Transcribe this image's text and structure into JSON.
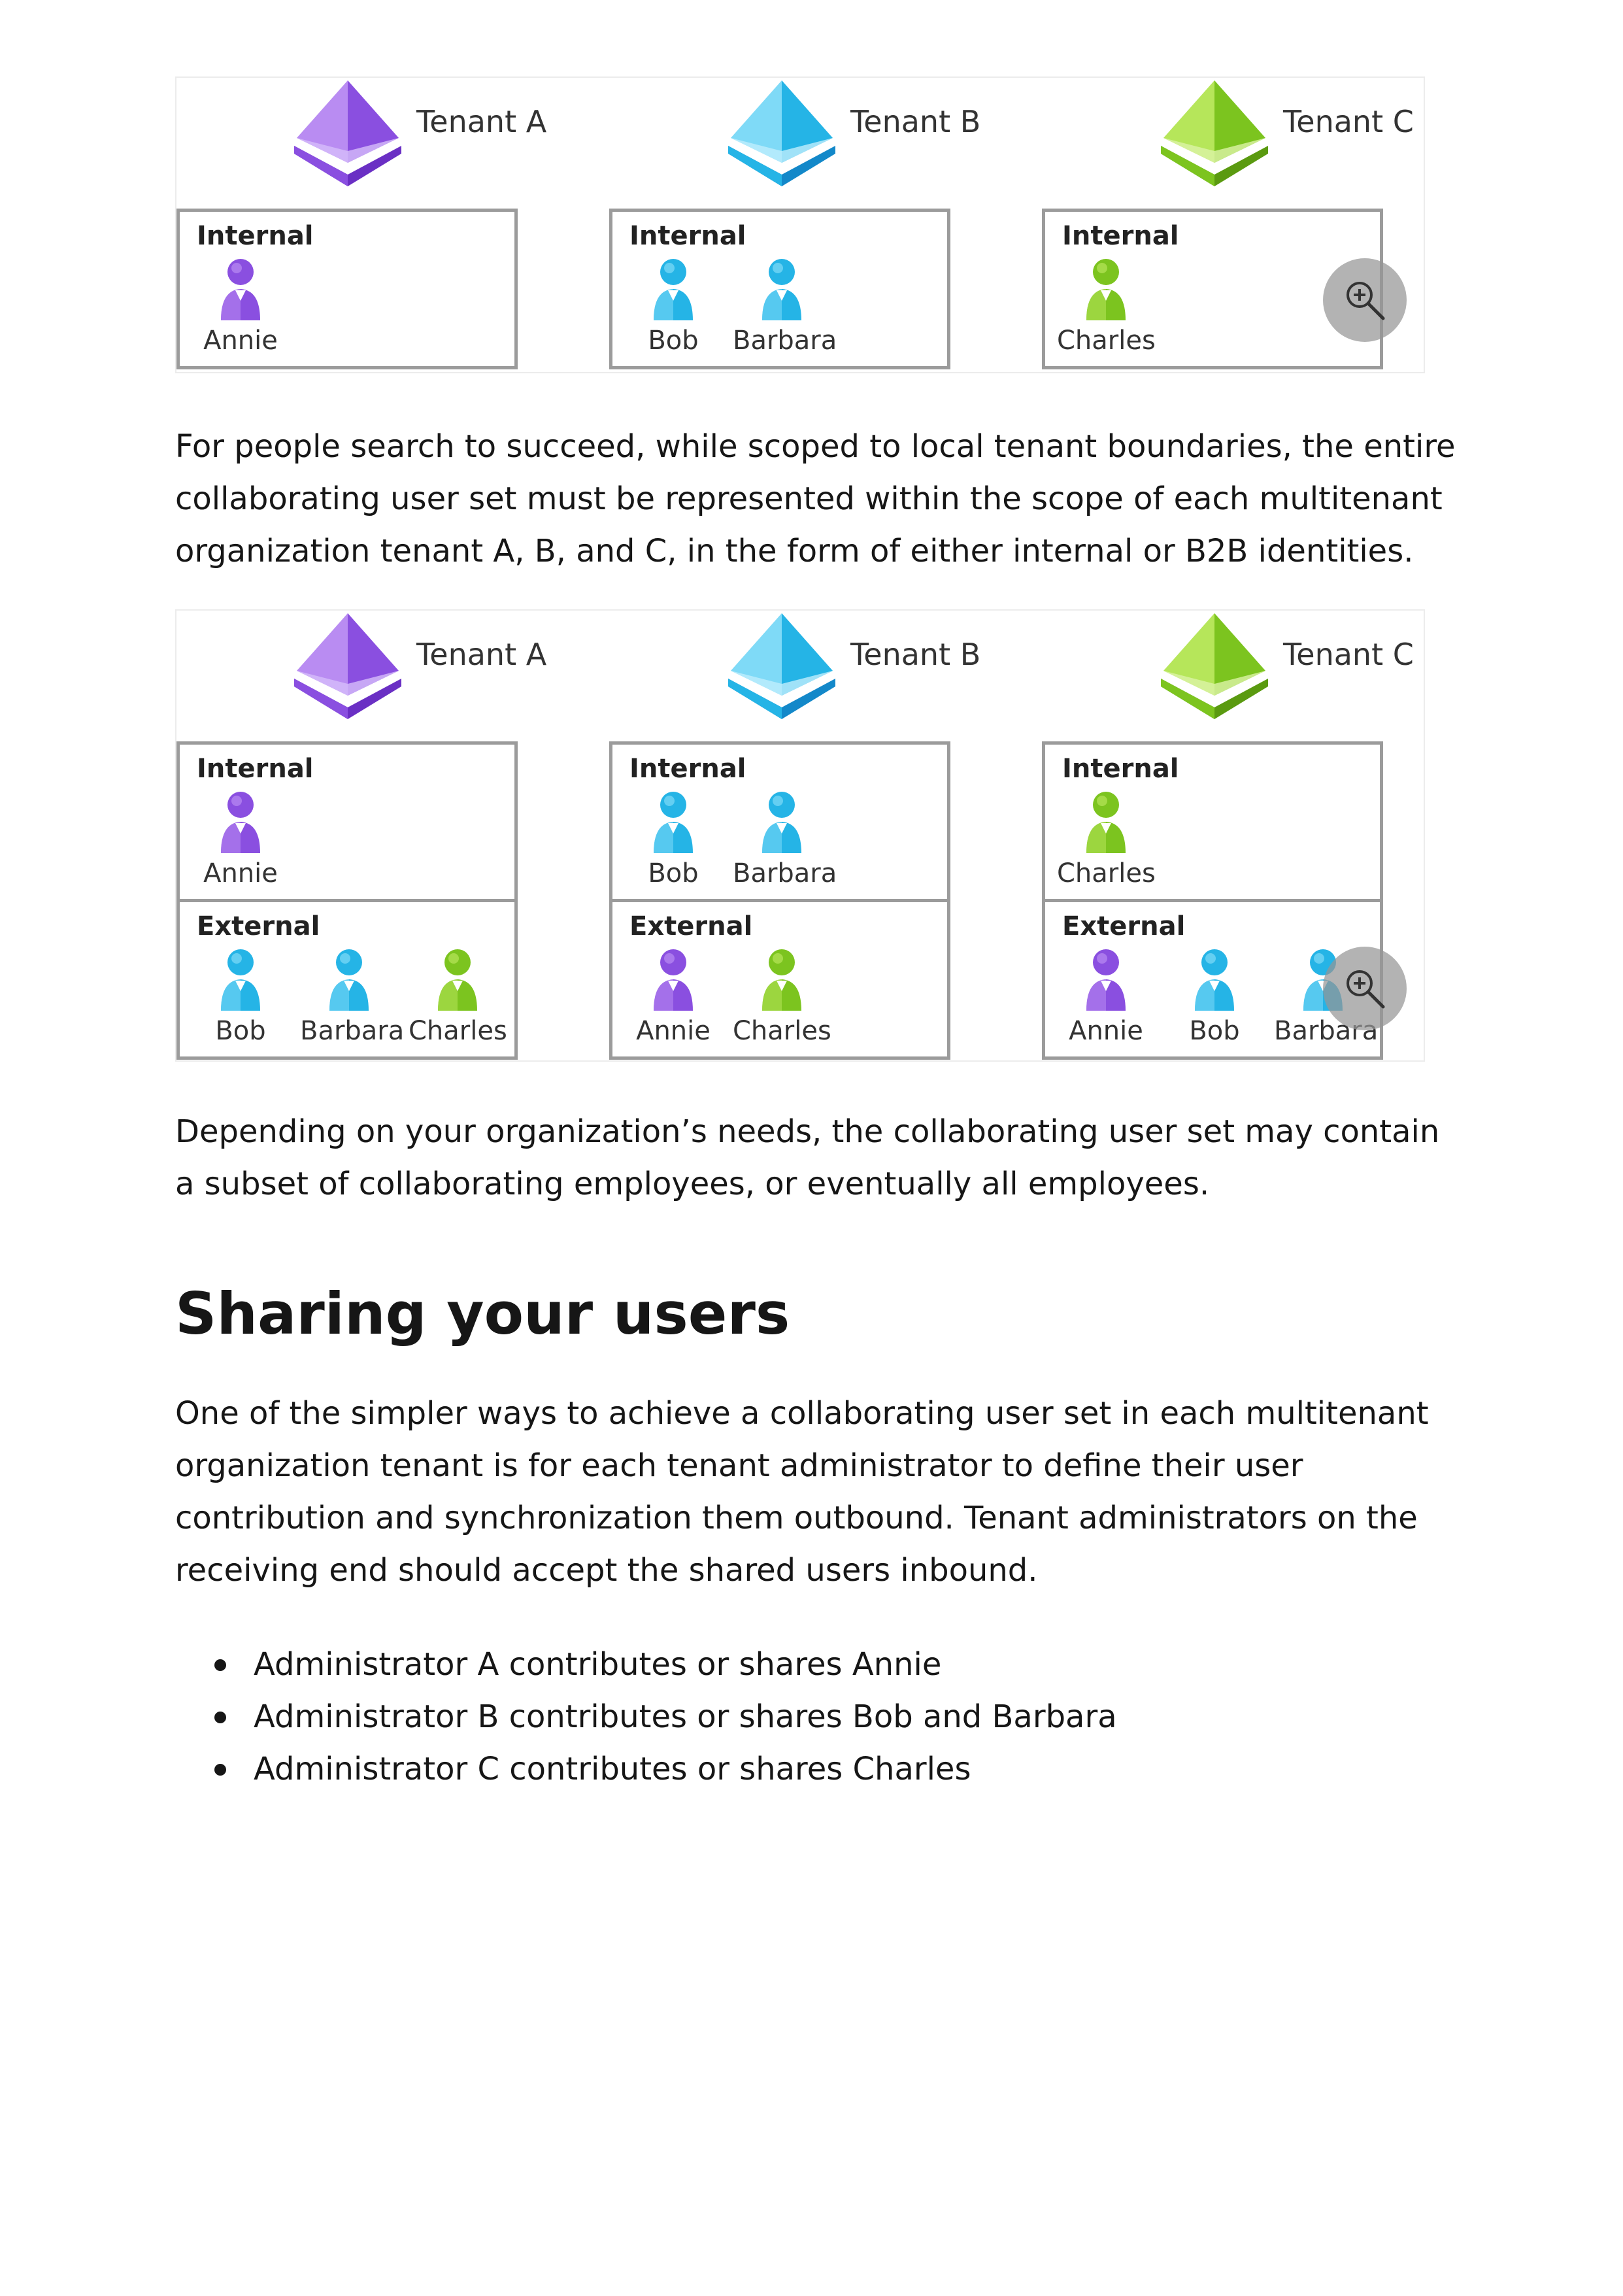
{
  "colors": {
    "tenant_a": "#8a4fe0",
    "tenant_b": "#25b4e6",
    "tenant_c": "#7cc41f",
    "border": "#9b9b9b",
    "text": "#161616"
  },
  "figure1": {
    "tenants": [
      {
        "name": "Tenant A",
        "color": "purple",
        "sections": [
          {
            "label": "Internal",
            "users": [
              {
                "name": "Annie",
                "color": "purple"
              }
            ]
          }
        ]
      },
      {
        "name": "Tenant B",
        "color": "blue",
        "sections": [
          {
            "label": "Internal",
            "users": [
              {
                "name": "Bob",
                "color": "blue"
              },
              {
                "name": "Barbara",
                "color": "blue"
              }
            ]
          }
        ]
      },
      {
        "name": "Tenant C",
        "color": "green",
        "sections": [
          {
            "label": "Internal",
            "users": [
              {
                "name": "Charles",
                "color": "green"
              }
            ]
          }
        ]
      }
    ],
    "zoom_icon": "zoom-in-icon"
  },
  "paragraph1": "For people search to succeed, while scoped to local tenant boundaries, the entire collaborating user set must be represented within the scope of each multitenant organization tenant A, B, and C, in the form of either internal or B2B identities.",
  "figure2": {
    "tenants": [
      {
        "name": "Tenant A",
        "color": "purple",
        "sections": [
          {
            "label": "Internal",
            "users": [
              {
                "name": "Annie",
                "color": "purple"
              }
            ]
          },
          {
            "label": "External",
            "users": [
              {
                "name": "Bob",
                "color": "blue"
              },
              {
                "name": "Barbara",
                "color": "blue"
              },
              {
                "name": "Charles",
                "color": "green"
              }
            ]
          }
        ]
      },
      {
        "name": "Tenant B",
        "color": "blue",
        "sections": [
          {
            "label": "Internal",
            "users": [
              {
                "name": "Bob",
                "color": "blue"
              },
              {
                "name": "Barbara",
                "color": "blue"
              }
            ]
          },
          {
            "label": "External",
            "users": [
              {
                "name": "Annie",
                "color": "purple"
              },
              {
                "name": "Charles",
                "color": "green"
              }
            ]
          }
        ]
      },
      {
        "name": "Tenant C",
        "color": "green",
        "sections": [
          {
            "label": "Internal",
            "users": [
              {
                "name": "Charles",
                "color": "green"
              }
            ]
          },
          {
            "label": "External",
            "users": [
              {
                "name": "Annie",
                "color": "purple"
              },
              {
                "name": "Bob",
                "color": "blue"
              },
              {
                "name": "Barbara",
                "color": "blue"
              }
            ]
          }
        ]
      }
    ],
    "zoom_icon": "zoom-in-icon"
  },
  "paragraph2": "Depending on your organization’s needs, the collaborating user set may contain a subset of collaborating employees, or eventually all employees.",
  "heading": "Sharing your users",
  "paragraph3": "One of the simpler ways to achieve a collaborating user set in each multitenant organization tenant is for each tenant administrator to define their user contribution and synchronization them outbound. Tenant administrators on the receiving end should accept the shared users inbound.",
  "bullets": [
    "Administrator A contributes or shares Annie",
    "Administrator B contributes or shares Bob and Barbara",
    "Administrator C contributes or shares Charles"
  ]
}
